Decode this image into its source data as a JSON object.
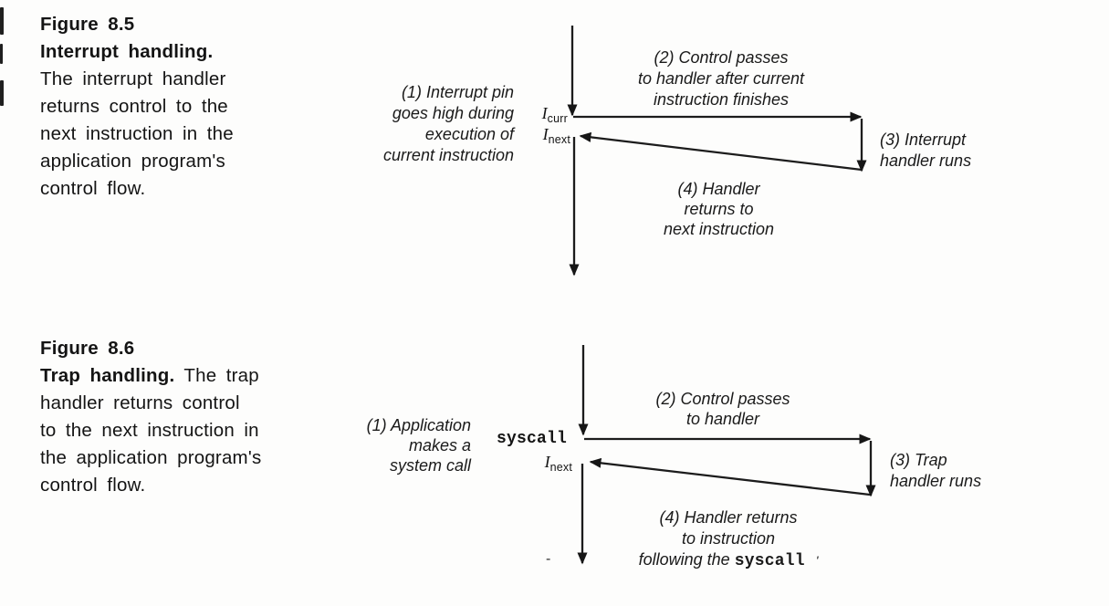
{
  "page": {
    "background": "#fdfdfc",
    "ink": "#161616"
  },
  "fig85": {
    "caption": {
      "title": "Figure 8.5",
      "subtitle": "Interrupt handling.",
      "line3": "The interrupt handler",
      "line4": "returns control to the",
      "line5": "next instruction in the",
      "line6": "application program's",
      "line7": "control flow."
    },
    "labels": {
      "icurr_base": "I",
      "icurr_sub": "curr",
      "inext_base": "I",
      "inext_sub": "next"
    },
    "steps": {
      "s1l1": "(1) Interrupt pin",
      "s1l2": "goes high during",
      "s1l3": "execution of",
      "s1l4": "current instruction",
      "s2l1": "(2) Control passes",
      "s2l2": "to handler after current",
      "s2l3": "instruction finishes",
      "s3l1": "(3) Interrupt",
      "s3l2": "handler runs",
      "s4l1": "(4) Handler",
      "s4l2": "returns to",
      "s4l3": "next instruction"
    }
  },
  "fig86": {
    "caption": {
      "title": "Figure 8.6",
      "lead_bold": "Trap handling.",
      "lead_rest": " The trap",
      "line3": "handler returns control",
      "line4": "to the next instruction in",
      "line5": "the application program's",
      "line6": "control flow."
    },
    "labels": {
      "syscall": "syscall",
      "inext_base": "I",
      "inext_sub": "next"
    },
    "steps": {
      "s1l1": "(1) Application",
      "s1l2": "makes a",
      "s1l3": "system call",
      "s2l1": "(2) Control passes",
      "s2l2": "to handler",
      "s3l1": "(3) Trap",
      "s3l2": "handler runs",
      "s4l1": "(4) Handler returns",
      "s4l2": "to instruction",
      "s4l3_prefix": "following the ",
      "s4l3_code": "syscall",
      "s4l3_mark": "'"
    },
    "artifacts": {
      "dash": "-"
    }
  }
}
